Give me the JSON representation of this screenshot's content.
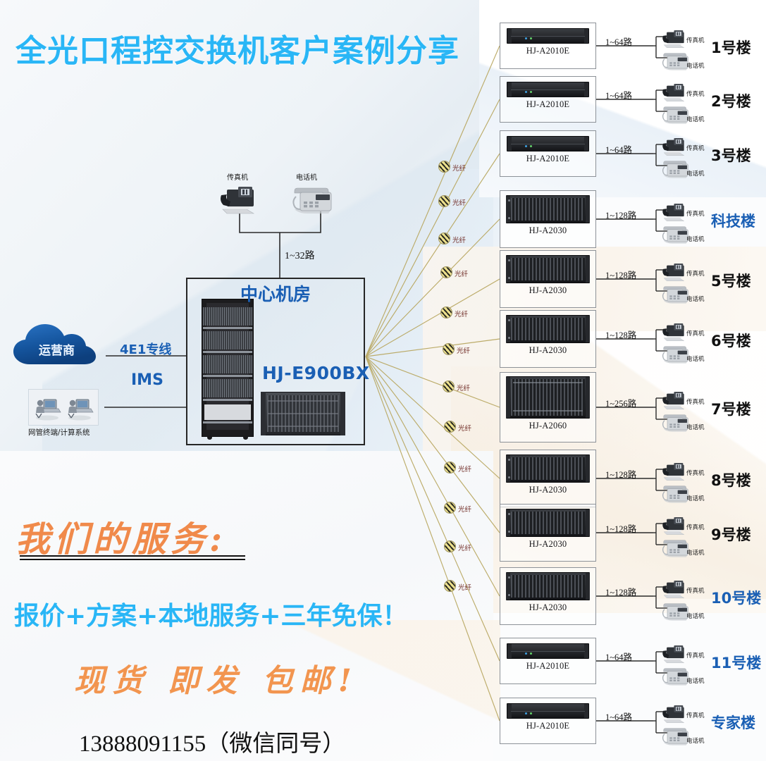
{
  "title": "全光口程控交换机客户案例分享",
  "colors": {
    "title_cyan": "#29b6f6",
    "blue_label": "#1a5fb4",
    "orange_script": "#f08a4b",
    "fiber_yellow": "#ece08c",
    "fiber_text": "#6f2a24"
  },
  "left": {
    "cloud_label": "运营商",
    "link_4e1": "4E1专线",
    "link_ims": "IMS",
    "nms_label": "网管终端/计算系统"
  },
  "center": {
    "room_title": "中心机房",
    "main_model": "HJ-E900BX",
    "top_fax_caption": "传真机",
    "top_phone_caption": "电话机",
    "top_channels": "1~32路"
  },
  "endpoint_captions": {
    "fax": "传真机",
    "phone": "电话机"
  },
  "fiber_label": "光纤",
  "rows": [
    {
      "model": "HJ-A2010E",
      "channels": "1~64路",
      "building": "1号楼",
      "building_color": "#111111",
      "size": "1u"
    },
    {
      "model": "HJ-A2010E",
      "channels": "1~64路",
      "building": "2号楼",
      "building_color": "#111111",
      "size": "1u"
    },
    {
      "model": "HJ-A2010E",
      "channels": "1~64路",
      "building": "3号楼",
      "building_color": "#111111",
      "size": "1u"
    },
    {
      "model": "HJ-A2030",
      "channels": "1~128路",
      "building": "科技楼",
      "building_color": "#1a5fb4",
      "size": "3u"
    },
    {
      "model": "HJ-A2030",
      "channels": "1~128路",
      "building": "5号楼",
      "building_color": "#111111",
      "size": "3u"
    },
    {
      "model": "HJ-A2030",
      "channels": "1~128路",
      "building": "6号楼",
      "building_color": "#111111",
      "size": "3u"
    },
    {
      "model": "HJ-A2060",
      "channels": "1~256路",
      "building": "7号楼",
      "building_color": "#111111",
      "size": "6u"
    },
    {
      "model": "HJ-A2030",
      "channels": "1~128路",
      "building": "8号楼",
      "building_color": "#111111",
      "size": "3u"
    },
    {
      "model": "HJ-A2030",
      "channels": "1~128路",
      "building": "9号楼",
      "building_color": "#111111",
      "size": "3u"
    },
    {
      "model": "HJ-A2030",
      "channels": "1~128路",
      "building": "10号楼",
      "building_color": "#1a5fb4",
      "size": "3u"
    },
    {
      "model": "HJ-A2010E",
      "channels": "1~64路",
      "building": "11号楼",
      "building_color": "#1a5fb4",
      "size": "1u"
    },
    {
      "model": "HJ-A2010E",
      "channels": "1~64路",
      "building": "专家楼",
      "building_color": "#1a5fb4",
      "size": "1u"
    }
  ],
  "promo": {
    "line1": "我们的服务:",
    "line2": "报价+方案+本地服务+三年免保！",
    "line3": "现货 即发 包邮!",
    "phone": "13888091155（微信同号）"
  }
}
